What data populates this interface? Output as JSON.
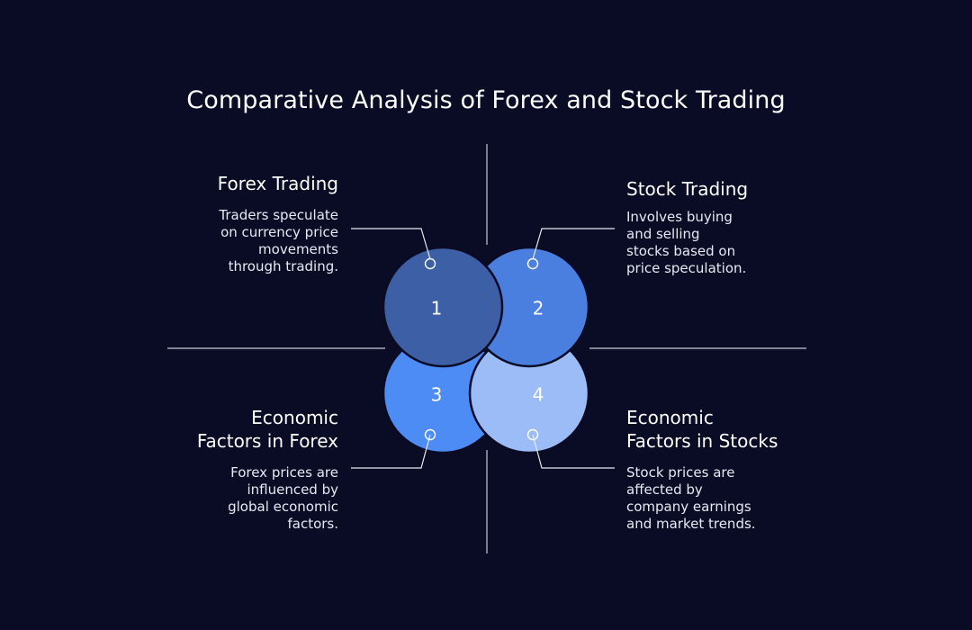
{
  "title": "Comparative Analysis of Forex and Stock Trading",
  "colors": {
    "background": "#0a0b24",
    "circle_1": "#3d5fa6",
    "circle_2": "#4a7fe0",
    "circle_3": "#4e8cf5",
    "circle_4": "#9bbcf7",
    "line": "#c9cbd8"
  },
  "quadrants": [
    {
      "number": "1",
      "heading_lines": [
        "Forex Trading"
      ],
      "body_lines": [
        "Traders speculate",
        "on currency price",
        "movements",
        "through trading."
      ]
    },
    {
      "number": "2",
      "heading_lines": [
        "Stock Trading"
      ],
      "body_lines": [
        "Involves buying",
        "and selling",
        "stocks based on",
        "price speculation."
      ]
    },
    {
      "number": "3",
      "heading_lines": [
        "Economic",
        "Factors in Forex"
      ],
      "body_lines": [
        "Forex prices are",
        "influenced by",
        "global economic",
        "factors."
      ]
    },
    {
      "number": "4",
      "heading_lines": [
        "Economic",
        "Factors in Stocks"
      ],
      "body_lines": [
        "Stock prices are",
        "affected by",
        "company earnings",
        "and market trends."
      ]
    }
  ]
}
